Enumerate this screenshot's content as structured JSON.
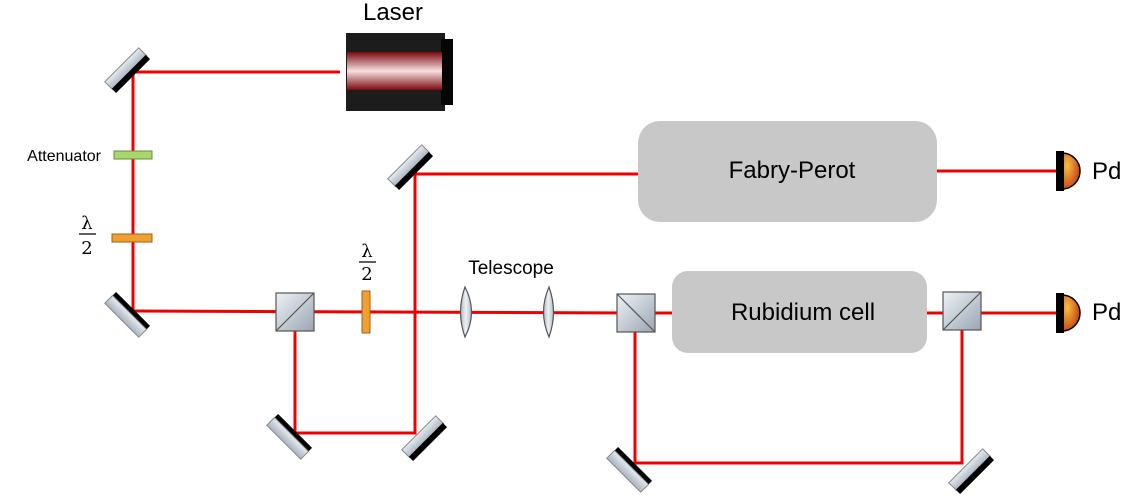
{
  "labels": {
    "laser": "Laser",
    "attenuator": "Attenuator",
    "waveplate_symbol": "λ",
    "waveplate_denominator": "2",
    "telescope": "Telescope",
    "fabry_perot": "Fabry-Perot",
    "rubidium_cell": "Rubidium cell",
    "photodiode": "Pd"
  },
  "colors": {
    "beam": "#ee0000",
    "box_fill": "#c8c8c8",
    "attenuator": "#a6d86e",
    "half_wave_plate": "#f0a030",
    "laser_glow": "#c0101a"
  }
}
